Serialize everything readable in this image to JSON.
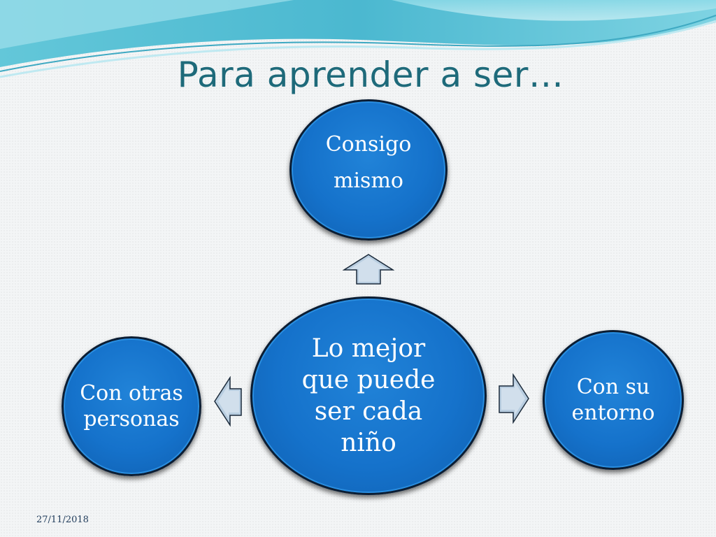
{
  "slide": {
    "title": "Para aprender a ser…",
    "footer_date": "27/11/2018"
  },
  "diagram": {
    "center": "Lo mejor que puede ser cada niño",
    "top": "Consigo mismo",
    "left": "Con otras personas",
    "right": "Con su entorno"
  },
  "colors": {
    "node_fill": "#1572cb",
    "node_border": "#0b1d33",
    "title": "#1e6a7a",
    "arrow_fill": "#b8cde0",
    "wave_teal": "#5cc3d6"
  }
}
